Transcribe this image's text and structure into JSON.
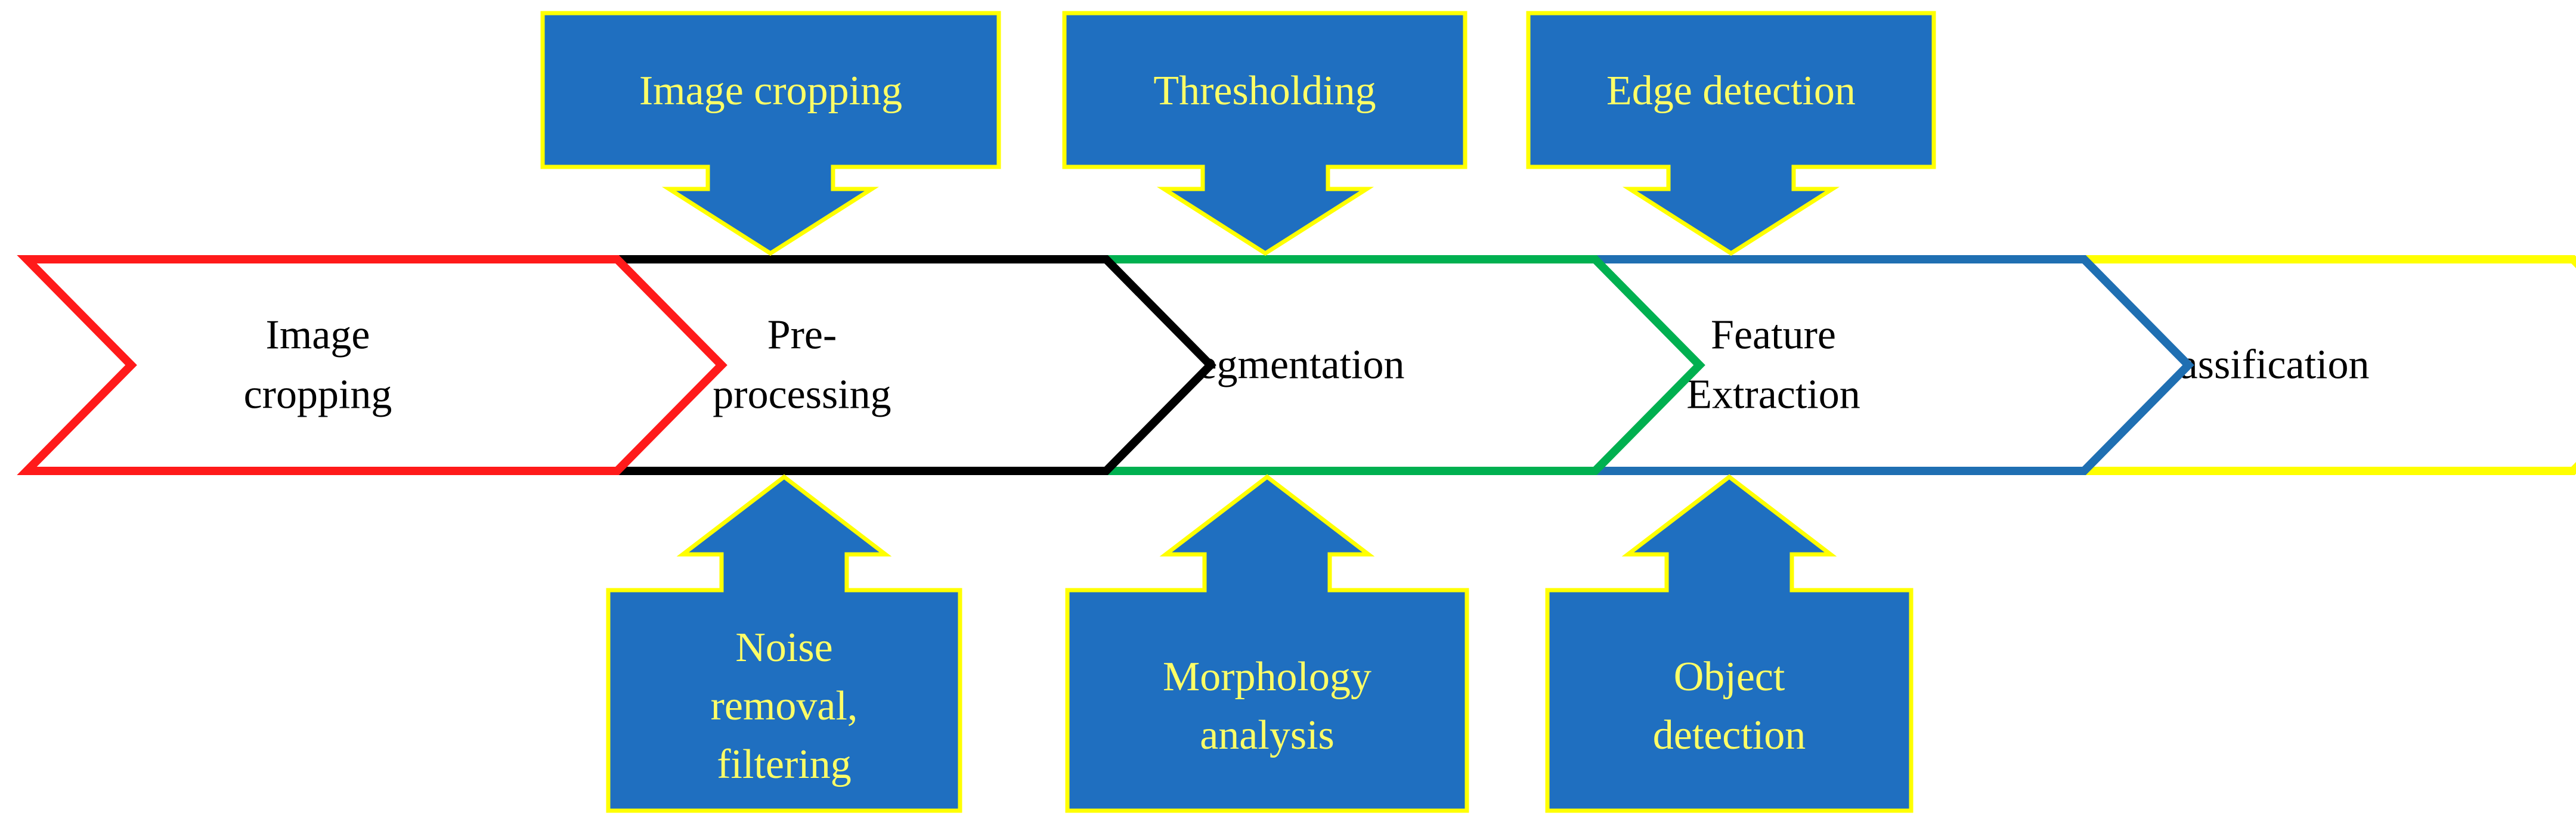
{
  "stages": [
    {
      "id": "stage-image-cropping",
      "lines": [
        "Image",
        "cropping"
      ],
      "border": "#ff1a1a"
    },
    {
      "id": "stage-pre-processing",
      "lines": [
        "Pre-",
        "processing"
      ],
      "border": "#000000"
    },
    {
      "id": "stage-segmentation",
      "lines": [
        "Segmentation"
      ],
      "border": "#00b050"
    },
    {
      "id": "stage-feature-extraction",
      "lines": [
        "Feature",
        "Extraction"
      ],
      "border": "#1f6fb2"
    },
    {
      "id": "stage-classification",
      "lines": [
        "Classification"
      ],
      "border": "#ffff00"
    }
  ],
  "callouts_top": [
    {
      "id": "callout-image-cropping",
      "lines": [
        "Image cropping"
      ],
      "stage": 1
    },
    {
      "id": "callout-thresholding",
      "lines": [
        "Thresholding"
      ],
      "stage": 2
    },
    {
      "id": "callout-edge-detection",
      "lines": [
        "Edge detection"
      ],
      "stage": 3
    }
  ],
  "callouts_bottom": [
    {
      "id": "callout-noise-removal",
      "lines": [
        "Noise",
        "removal,",
        "filtering"
      ],
      "stage": 1
    },
    {
      "id": "callout-morphology-analysis",
      "lines": [
        "Morphology",
        "analysis"
      ],
      "stage": 2
    },
    {
      "id": "callout-object-detection",
      "lines": [
        "Object",
        "detection"
      ],
      "stage": 3
    }
  ],
  "colors": {
    "callout_fill": "#1f6fc0",
    "callout_border": "#ffff00",
    "callout_text": "#ffff66",
    "stage_text": "#000000",
    "stage_fill": "#ffffff"
  }
}
